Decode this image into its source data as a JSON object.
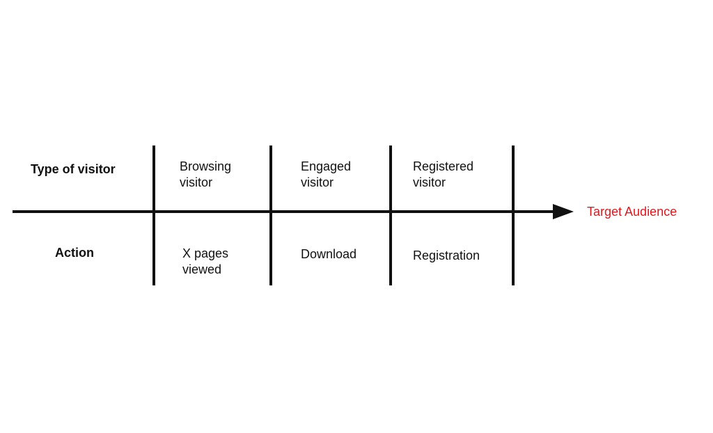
{
  "rows": {
    "type_label": "Type of visitor",
    "action_label": "Action"
  },
  "stages": [
    {
      "visitor_type": "Browsing\nvisitor",
      "action": "X pages\nviewed"
    },
    {
      "visitor_type": "Engaged\nvisitor",
      "action": "Download"
    },
    {
      "visitor_type": "Registered\nvisitor",
      "action": "Registration"
    }
  ],
  "axis": {
    "end_label": "Target Audience",
    "end_label_color": "#e0171d"
  }
}
